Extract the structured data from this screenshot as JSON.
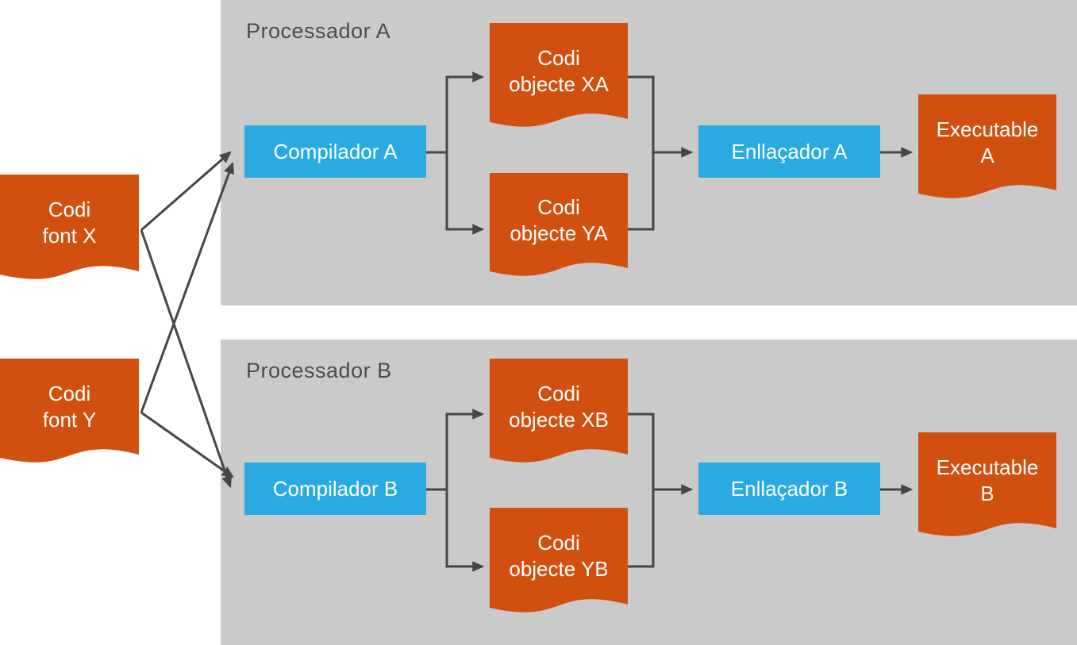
{
  "diagram": {
    "source_x": {
      "l1": "Codi",
      "l2": "font X"
    },
    "source_y": {
      "l1": "Codi",
      "l2": "font Y"
    },
    "panel_a": {
      "title": "Processador A",
      "compiler": "Compilador A",
      "obj_x": {
        "l1": "Codi",
        "l2": "objecte XA"
      },
      "obj_y": {
        "l1": "Codi",
        "l2": "objecte YA"
      },
      "linker": "Enllaçador A",
      "exe": {
        "l1": "Executable",
        "l2": "A"
      }
    },
    "panel_b": {
      "title": "Processador B",
      "compiler": "Compilador B",
      "obj_x": {
        "l1": "Codi",
        "l2": "objecte XB"
      },
      "obj_y": {
        "l1": "Codi",
        "l2": "objecte YB"
      },
      "linker": "Enllaçador B",
      "exe": {
        "l1": "Executable",
        "l2": "B"
      }
    }
  },
  "colors": {
    "orange": "#d2500f",
    "cyan": "#29abe2",
    "panel": "#cacaca",
    "arrow": "#464646",
    "title_text": "#4d4d4d",
    "label_text": "#ffffff",
    "background": "#ffffff"
  }
}
